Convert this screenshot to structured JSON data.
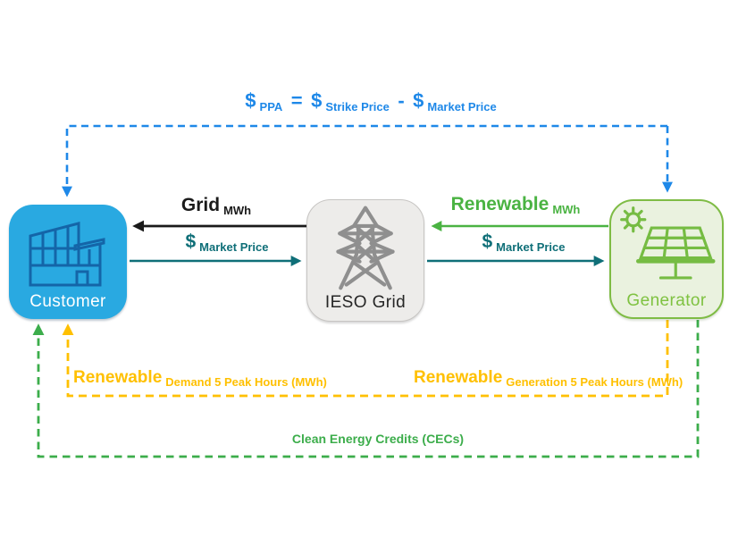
{
  "diagram": {
    "ppa_formula": {
      "dollar_1": "$",
      "sub_1": "PPA",
      "equals": "=",
      "dollar_2": "$",
      "sub_2": "Strike Price",
      "minus": "-",
      "dollar_3": "$",
      "sub_3": "Market Price"
    },
    "flows": {
      "grid_to_customer": {
        "main": "Grid",
        "sub": "MWh"
      },
      "customer_to_grid": {
        "main": "$",
        "sub": "Market Price"
      },
      "generator_to_grid": {
        "main": "Renewable",
        "sub": "MWh"
      },
      "grid_to_generator": {
        "main": "$",
        "sub": "Market Price"
      },
      "renewable_demand": {
        "main": "Renewable",
        "sub": "Demand 5 Peak Hours (MWh)"
      },
      "renewable_generation": {
        "main": "Renewable",
        "sub": "Generation 5 Peak Hours (MWh)"
      },
      "clean_energy_credits": {
        "label": "Clean Energy Credits (CECs)"
      }
    },
    "nodes": {
      "customer": {
        "label": "Customer",
        "icon": "building-icon"
      },
      "ieso_grid": {
        "label": "IESO Grid",
        "icon": "transmission-tower-icon"
      },
      "generator": {
        "label": "Generator",
        "icon": "solar-panel-icon"
      }
    },
    "colors": {
      "ppa_blue": "#1E88E8",
      "customer_fill": "#29A9E1",
      "customer_icon_blue": "#1465A8",
      "grid_arrow_black": "#1A1A1A",
      "market_price_teal": "#0F6F78",
      "renewable_green": "#4AB342",
      "peak_hours_yellow": "#FFC000",
      "cec_green": "#3CAD4B",
      "ieso_fill": "#EDECEA",
      "ieso_icon_gray": "#8F8F8F",
      "generator_fill": "#EAF2DF",
      "generator_green": "#7FBC45"
    }
  }
}
